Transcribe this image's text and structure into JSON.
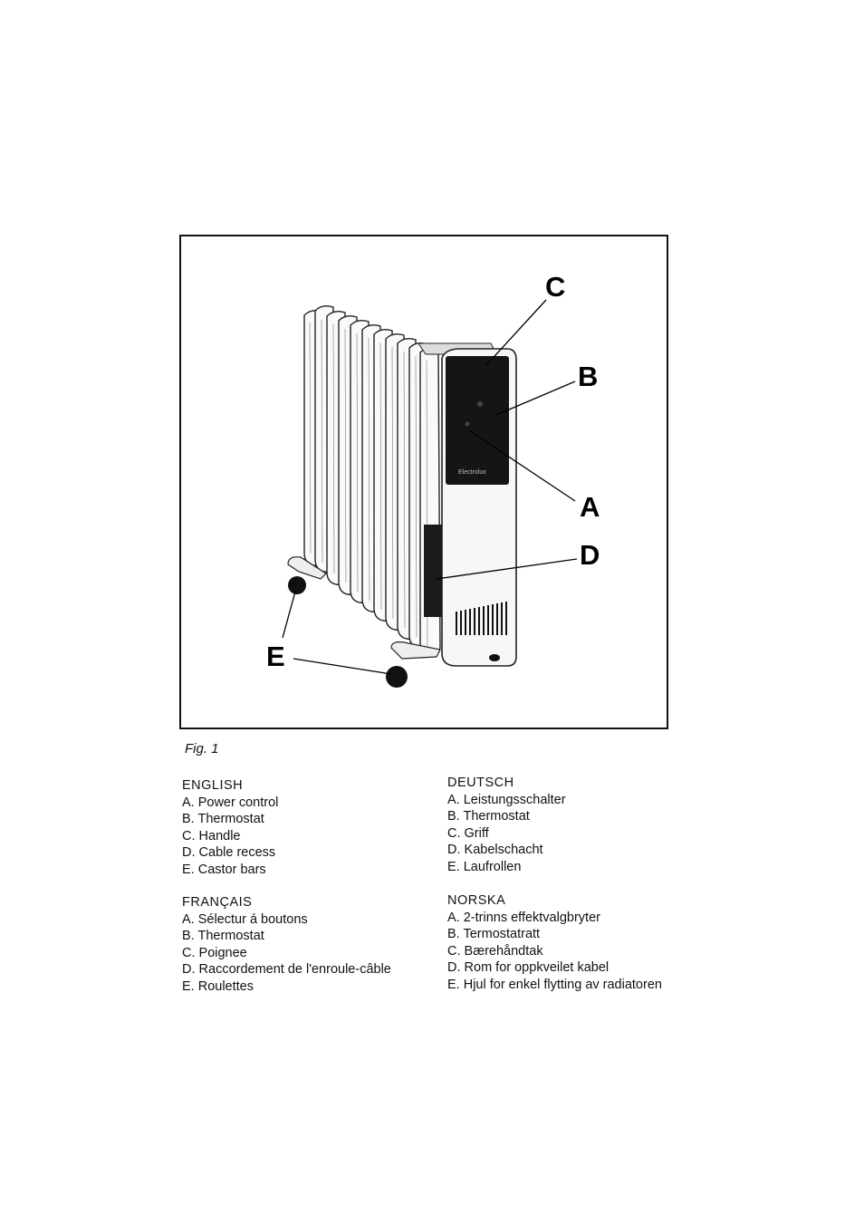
{
  "figure": {
    "callouts": {
      "C": "C",
      "B": "B",
      "A": "A",
      "D": "D",
      "E": "E"
    },
    "brand_text": "Electrolux",
    "caption": "Fig. 1"
  },
  "legend": {
    "english": {
      "heading": "ENGLISH",
      "items": [
        "A. Power control",
        "B. Thermostat",
        "C. Handle",
        "D. Cable recess",
        "E. Castor bars"
      ]
    },
    "francais": {
      "heading": "FRANÇAIS",
      "items": [
        "A. Sélectur á boutons",
        "B. Thermostat",
        "C. Poignee",
        "D. Raccordement de l'enroule-câble",
        "E. Roulettes"
      ]
    },
    "deutsch": {
      "heading": "DEUTSCH",
      "items": [
        "A. Leistungsschalter",
        "B. Thermostat",
        "C. Griff",
        "D. Kabelschacht",
        "E. Laufrollen"
      ]
    },
    "norska": {
      "heading": "NORSKA",
      "items": [
        "A. 2-trinns effektvalgbryter",
        "B. Termostatratt",
        "C. Bærehåndtak",
        "D. Rom for oppkveilet kabel",
        "E. Hjul for enkel flytting av radiatoren"
      ]
    }
  }
}
